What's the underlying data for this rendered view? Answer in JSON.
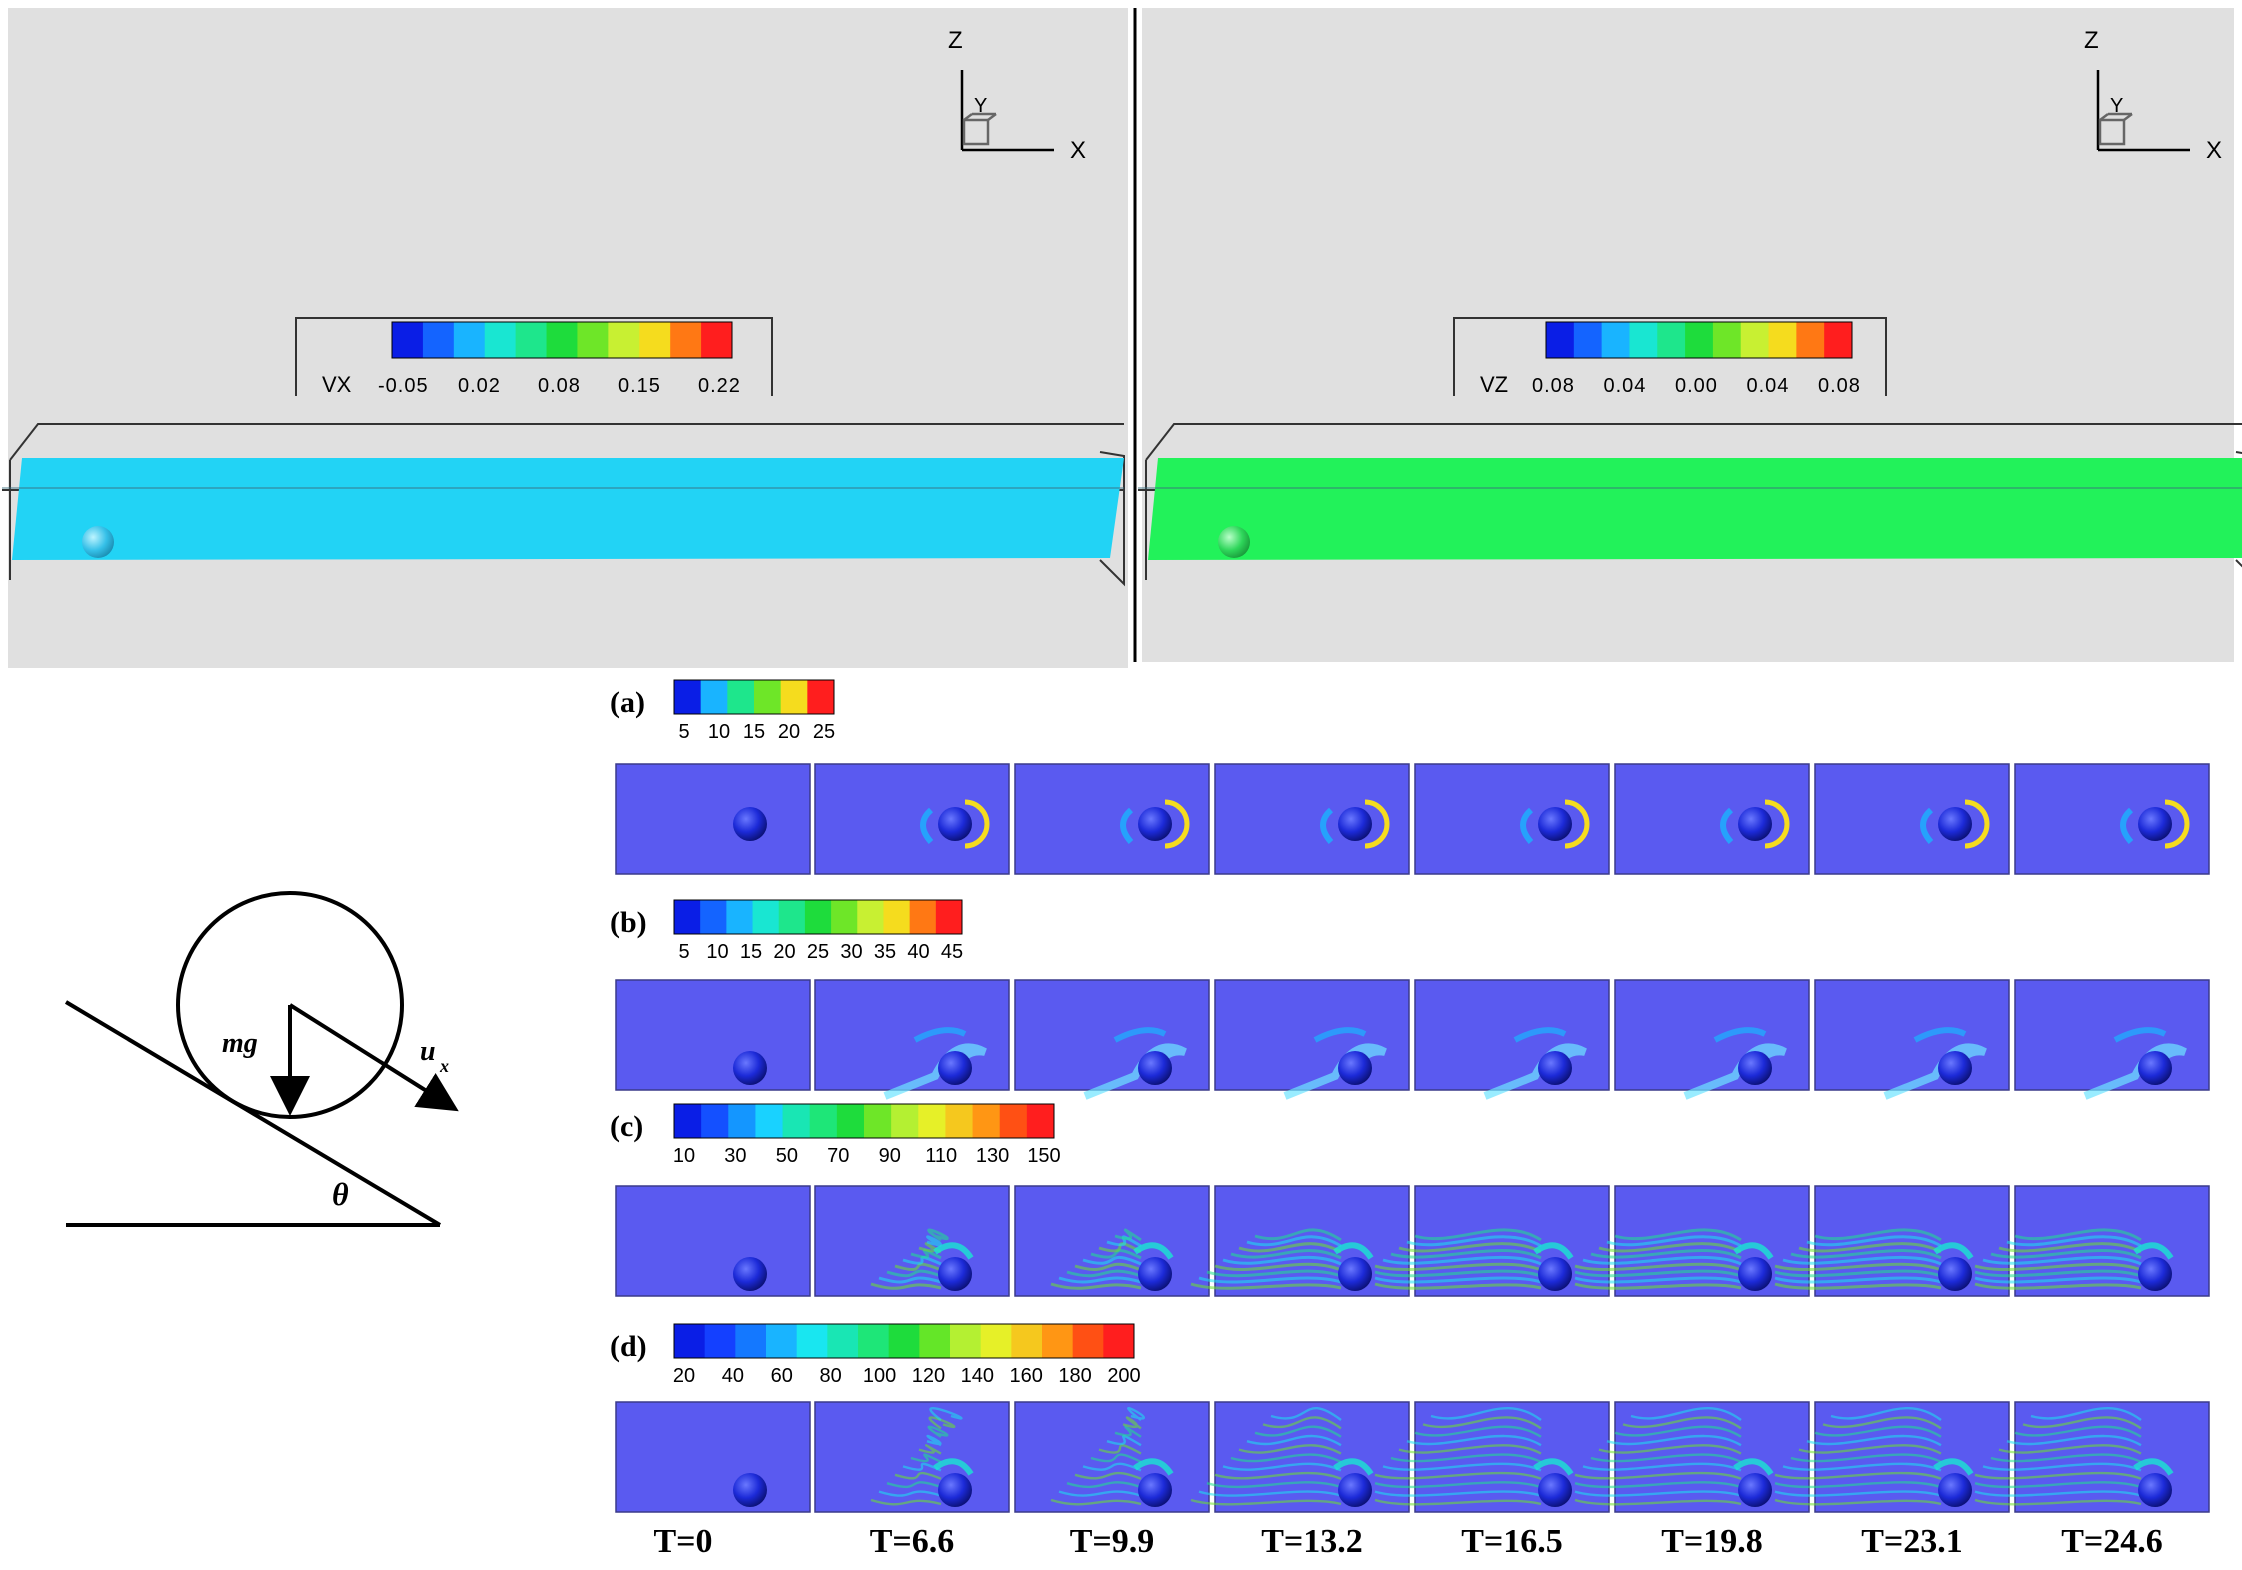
{
  "top_panels": [
    {
      "id": "vx",
      "background": "#e0e0e0",
      "fluid_color": "#22d3f5",
      "sphere_color": "#35c0e8",
      "axes": {
        "z": "Z",
        "y": "Y",
        "x": "X"
      },
      "legend": {
        "variable": "VX",
        "ticks": [
          "-0.05",
          "0.02",
          "0.08",
          "0.15",
          "0.22"
        ],
        "colors": [
          "#0a1ee6",
          "#1464ff",
          "#19b4ff",
          "#19e6d2",
          "#1ee68c",
          "#1edc3c",
          "#6ee628",
          "#c8f032",
          "#f5dc1e",
          "#ff7814",
          "#ff1e1e"
        ]
      }
    },
    {
      "id": "vz",
      "background": "#e0e0e0",
      "fluid_color": "#22f25a",
      "sphere_color": "#2ed65a",
      "axes": {
        "z": "Z",
        "y": "Y",
        "x": "X"
      },
      "legend": {
        "variable": "VZ",
        "ticks": [
          "0.08",
          "0.04",
          "0.00",
          "0.04",
          "0.08"
        ],
        "colors": [
          "#0a1ee6",
          "#1464ff",
          "#19b4ff",
          "#19e6d2",
          "#1ee68c",
          "#1edc3c",
          "#6ee628",
          "#c8f032",
          "#f5dc1e",
          "#ff7814",
          "#ff1e1e"
        ]
      }
    }
  ],
  "diagram": {
    "mass_label": "mg",
    "velocity_label": "u",
    "velocity_subscript": "x",
    "angle_label": "θ"
  },
  "rows": [
    {
      "label": "(a)",
      "ticks": [
        "5",
        "10",
        "15",
        "20",
        "25"
      ],
      "colors": [
        "#0a1ee6",
        "#19b4ff",
        "#1ee68c",
        "#6ee628",
        "#f5dc1e",
        "#ff1e1e"
      ],
      "wake_level": 0
    },
    {
      "label": "(b)",
      "ticks": [
        "5",
        "10",
        "15",
        "20",
        "25",
        "30",
        "35",
        "40",
        "45"
      ],
      "colors": [
        "#0a1ee6",
        "#1464ff",
        "#19b4ff",
        "#19e6d2",
        "#1ee68c",
        "#1edc3c",
        "#6ee628",
        "#c8f032",
        "#f5dc1e",
        "#ff7814",
        "#ff1e1e"
      ],
      "wake_level": 1
    },
    {
      "label": "(c)",
      "ticks": [
        "10",
        "30",
        "50",
        "70",
        "90",
        "110",
        "130",
        "150"
      ],
      "colors": [
        "#0a1ee6",
        "#1450ff",
        "#1496ff",
        "#19d2ff",
        "#19e6b4",
        "#1ee678",
        "#1edc3c",
        "#6ee628",
        "#b4f032",
        "#e6f028",
        "#f5c81e",
        "#ff9614",
        "#ff5014",
        "#ff1e1e"
      ],
      "wake_level": 2
    },
    {
      "label": "(d)",
      "ticks": [
        "20",
        "40",
        "60",
        "80",
        "100",
        "120",
        "140",
        "160",
        "180",
        "200"
      ],
      "colors": [
        "#0a1ee6",
        "#1440ff",
        "#1478ff",
        "#19b4ff",
        "#19e6f0",
        "#19e6b4",
        "#1ee678",
        "#1edc3c",
        "#64e628",
        "#b4f032",
        "#e6f028",
        "#f5c81e",
        "#ff9614",
        "#ff5014",
        "#ff1e1e"
      ],
      "wake_level": 3
    }
  ],
  "snapshots": {
    "background": "#5a5af0",
    "sphere_color": "#1c2ad8",
    "times": [
      "T=0",
      "T=6.6",
      "T=9.9",
      "T=13.2",
      "T=16.5",
      "T=19.8",
      "T=23.1",
      "T=24.6"
    ]
  }
}
